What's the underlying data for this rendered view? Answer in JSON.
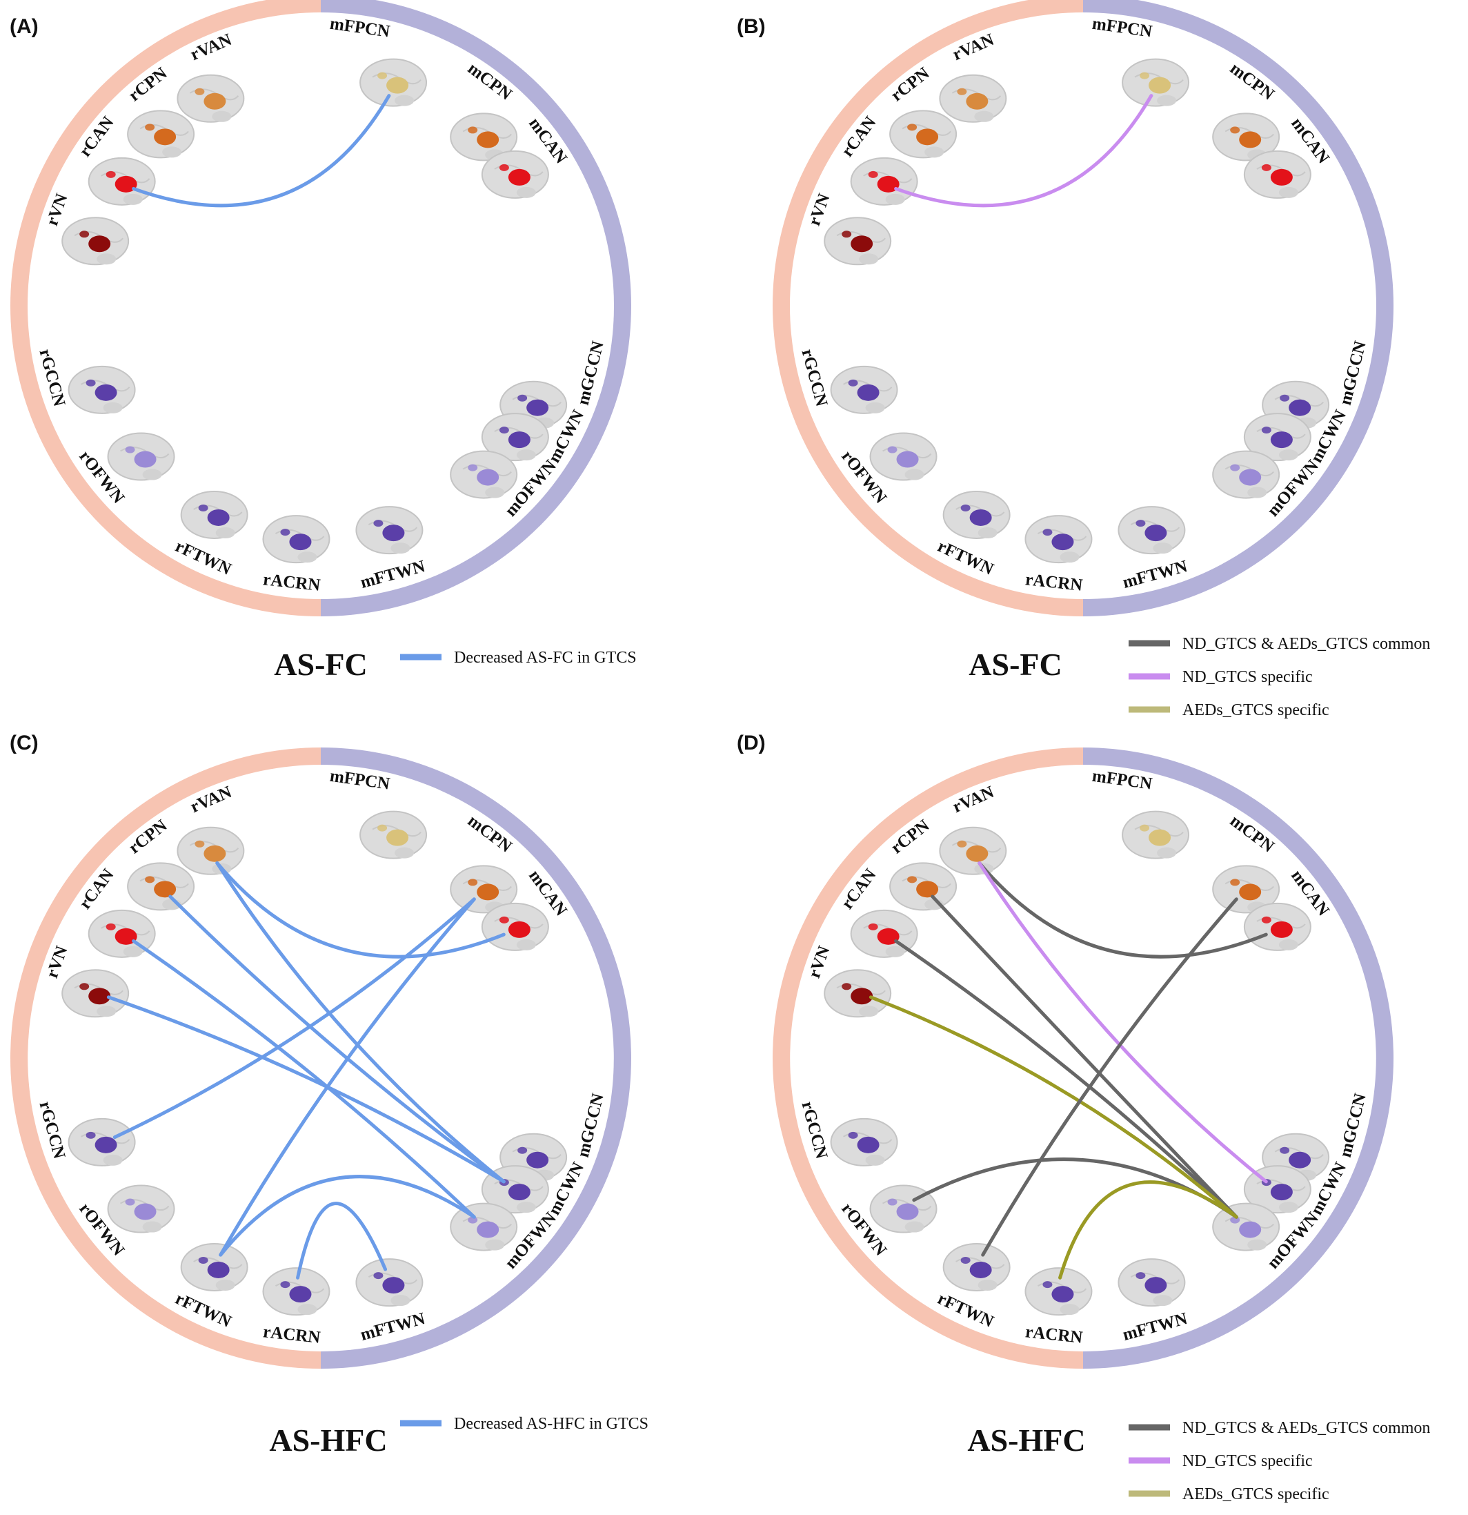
{
  "colors": {
    "left_ring": "#f7c4b2",
    "right_ring": "#b3b1d9",
    "decreased": "#6a9be8",
    "common": "#666666",
    "nd_specific": "#c98cef",
    "aeds_specific": "#9a9a24",
    "aeds_legend": "#bdb97a"
  },
  "left_networks": [
    "rVAN",
    "rCPN",
    "rCAN",
    "rVN",
    "rGCCN",
    "rOFWN",
    "rFTWN",
    "rACRN"
  ],
  "right_networks": [
    "mFPCN",
    "mCPN",
    "mCAN",
    "mGCCN",
    "mCWN",
    "mOFWN",
    "mFTWN"
  ],
  "brain_icons": [
    {
      "id": "rVAN",
      "blob": "orange-icon"
    },
    {
      "id": "rCPN",
      "blob": "dark-orange-icon"
    },
    {
      "id": "rCAN",
      "blob": "red-icon"
    },
    {
      "id": "rVN",
      "blob": "dark-red-icon"
    },
    {
      "id": "rGCCN",
      "blob": "purple-icon"
    },
    {
      "id": "rOFWN",
      "blob": "lavender-icon"
    },
    {
      "id": "rFTWN",
      "blob": "purple-icon"
    },
    {
      "id": "rACRN",
      "blob": "purple-icon"
    },
    {
      "id": "mFPCN",
      "blob": "tan-icon"
    },
    {
      "id": "mCPN",
      "blob": "dark-orange-icon"
    },
    {
      "id": "mCAN",
      "blob": "red-icon"
    },
    {
      "id": "mGCCN",
      "blob": "purple-icon"
    },
    {
      "id": "mCWN",
      "blob": "purple-icon"
    },
    {
      "id": "mOFWN",
      "blob": "lavender-icon"
    },
    {
      "id": "mFTWN",
      "blob": "purple-icon"
    }
  ],
  "panels": [
    {
      "letter": "(A)",
      "title": "AS-FC",
      "legend": [
        {
          "label": "Decreased AS-FC in GTCS",
          "color_key": "decreased"
        }
      ],
      "connections": [
        {
          "from": "rCAN",
          "to": "mFPCN",
          "color_key": "decreased"
        }
      ]
    },
    {
      "letter": "(B)",
      "title": "AS-FC",
      "legend": [
        {
          "label": "ND_GTCS & AEDs_GTCS common",
          "color_key": "common"
        },
        {
          "label": "ND_GTCS specific",
          "color_key": "nd_specific"
        },
        {
          "label": "AEDs_GTCS specific",
          "color_key": "aeds_legend"
        }
      ],
      "connections": [
        {
          "from": "rCAN",
          "to": "mFPCN",
          "color_key": "nd_specific"
        }
      ]
    },
    {
      "letter": "(C)",
      "title": "AS-HFC",
      "legend": [
        {
          "label": "Decreased AS-HFC in GTCS",
          "color_key": "decreased"
        }
      ],
      "connections": [
        {
          "from": "rVAN",
          "to": "mCAN",
          "color_key": "decreased"
        },
        {
          "from": "rVAN",
          "to": "mCWN",
          "color_key": "decreased"
        },
        {
          "from": "rCPN",
          "to": "mCWN",
          "color_key": "decreased"
        },
        {
          "from": "rCAN",
          "to": "mOFWN",
          "color_key": "decreased"
        },
        {
          "from": "rVN",
          "to": "mCWN",
          "color_key": "decreased"
        },
        {
          "from": "rGCCN",
          "to": "mCPN",
          "color_key": "decreased"
        },
        {
          "from": "rFTWN",
          "to": "mCPN",
          "color_key": "decreased"
        },
        {
          "from": "rFTWN",
          "to": "mOFWN",
          "color_key": "decreased"
        },
        {
          "from": "rACRN",
          "to": "mFTWN",
          "color_key": "decreased"
        }
      ]
    },
    {
      "letter": "(D)",
      "title": "AS-HFC",
      "legend": [
        {
          "label": "ND_GTCS & AEDs_GTCS common",
          "color_key": "common"
        },
        {
          "label": "ND_GTCS specific",
          "color_key": "nd_specific"
        },
        {
          "label": "AEDs_GTCS specific",
          "color_key": "aeds_legend"
        }
      ],
      "connections": [
        {
          "from": "rVAN",
          "to": "mCAN",
          "color_key": "common"
        },
        {
          "from": "rVAN",
          "to": "mCWN",
          "color_key": "nd_specific"
        },
        {
          "from": "rCPN",
          "to": "mOFWN",
          "color_key": "common"
        },
        {
          "from": "rCAN",
          "to": "mOFWN",
          "color_key": "common"
        },
        {
          "from": "rVN",
          "to": "mOFWN",
          "color_key": "aeds_specific"
        },
        {
          "from": "rOFWN",
          "to": "mOFWN",
          "color_key": "common"
        },
        {
          "from": "rFTWN",
          "to": "mCPN",
          "color_key": "common"
        },
        {
          "from": "rACRN",
          "to": "mOFWN",
          "color_key": "aeds_specific"
        }
      ]
    }
  ]
}
